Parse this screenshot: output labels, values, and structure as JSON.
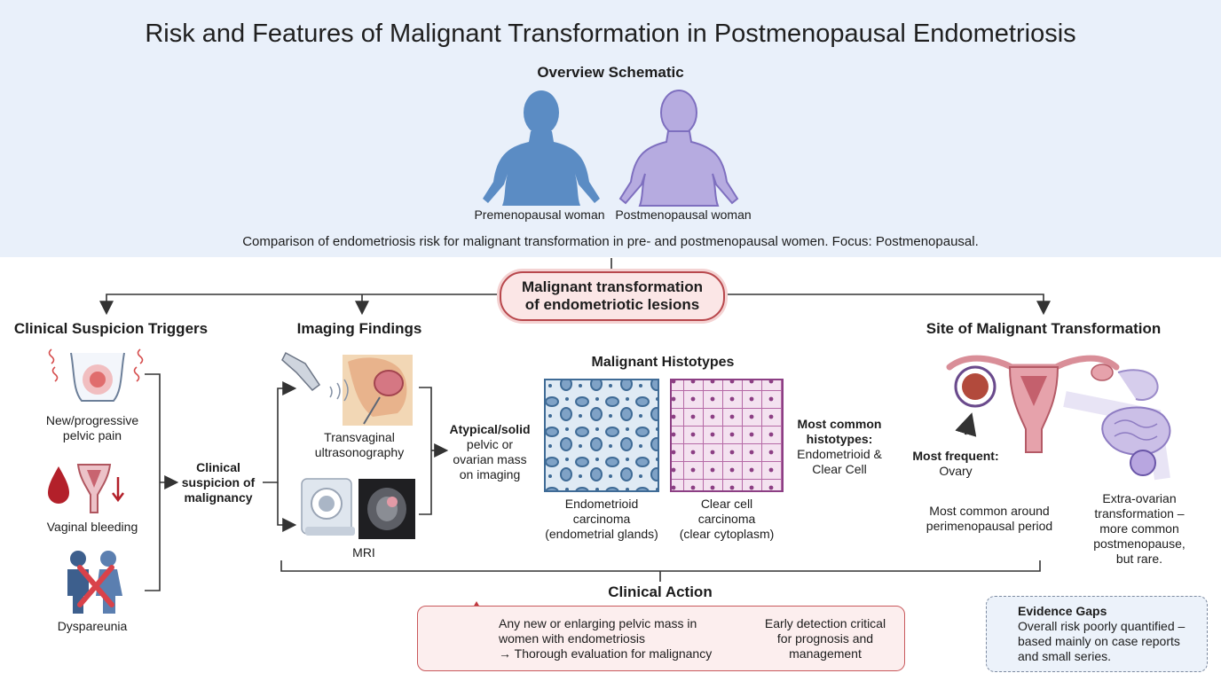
{
  "title": "Risk and Features of Malignant Transformation in Postmenopausal Endometriosis",
  "overview": {
    "heading": "Overview Schematic",
    "premenopausal_label": "Premenopausal woman",
    "postmenopausal_label": "Postmenopausal woman",
    "caption": "Comparison of endometriosis risk for malignant transformation in pre- and postmenopausal women. Focus: Postmenopausal."
  },
  "center": {
    "line1": "Malignant transformation",
    "line2": "of endometriotic lesions"
  },
  "clinical": {
    "heading": "Clinical Suspicion Triggers",
    "pain_line1": "New/progressive",
    "pain_line2": "pelvic pain",
    "bleeding": "Vaginal bleeding",
    "dyspareunia": "Dyspareunia",
    "suspicion_line1": "Clinical",
    "suspicion_line2": "suspicion of",
    "suspicion_line3": "malignancy"
  },
  "imaging": {
    "heading": "Imaging Findings",
    "tvus_line1": "Transvaginal",
    "tvus_line2": "ultrasonography",
    "mri": "MRI",
    "mass_line1": "Atypical/solid",
    "mass_line2": "pelvic or",
    "mass_line3": "ovarian mass",
    "mass_line4": "on imaging"
  },
  "histotypes": {
    "heading": "Malignant Histotypes",
    "endo_line1": "Endometrioid",
    "endo_line2": "carcinoma",
    "endo_line3": "(endometrial glands)",
    "clear_line1": "Clear cell",
    "clear_line2": "carcinoma",
    "clear_line3": "(clear cytoplasm)",
    "common_line1": "Most common",
    "common_line2": "histotypes:",
    "common_line3": "Endometrioid &",
    "common_line4": "Clear Cell"
  },
  "site": {
    "heading": "Site of Malignant Transformation",
    "frequent_line1": "Most frequent:",
    "frequent_line2": "Ovary",
    "perimeno_line1": "Most common around",
    "perimeno_line2": "perimenopausal period",
    "extra_line1": "Extra-ovarian",
    "extra_line2": "transformation –",
    "extra_line3": "more common",
    "extra_line4": "postmenopause,",
    "extra_line5": "but rare."
  },
  "action": {
    "heading": "Clinical Action",
    "text_line1": "Any new or enlarging pelvic mass in",
    "text_line2": "women with endometriosis",
    "text_line3": "→ Thorough evaluation for malignancy",
    "right_line1": "Early detection critical",
    "right_line2": "for prognosis and",
    "right_line3": "management"
  },
  "evidence": {
    "heading": "Evidence Gaps",
    "line1": "Overall risk poorly quantified –",
    "line2": "based mainly on case reports",
    "line3": "and small series."
  },
  "colors": {
    "premenopausal_figure": "#5b8cc4",
    "postmenopausal_figure": "#9d8fd0",
    "alert_red": "#c0393f",
    "tissue_pink": "#e29aa6",
    "endometrioid_stain": "#5f86b0",
    "clear_cell_stain": "#c77bb6"
  },
  "icons": [
    "pelvic-pain-icon",
    "blood-drop-icon",
    "uterus-icon",
    "couple-icon",
    "ultrasound-icon",
    "mri-icon",
    "uterus-ovary-icon",
    "intestine-icon",
    "warning-icon",
    "info-icon"
  ]
}
